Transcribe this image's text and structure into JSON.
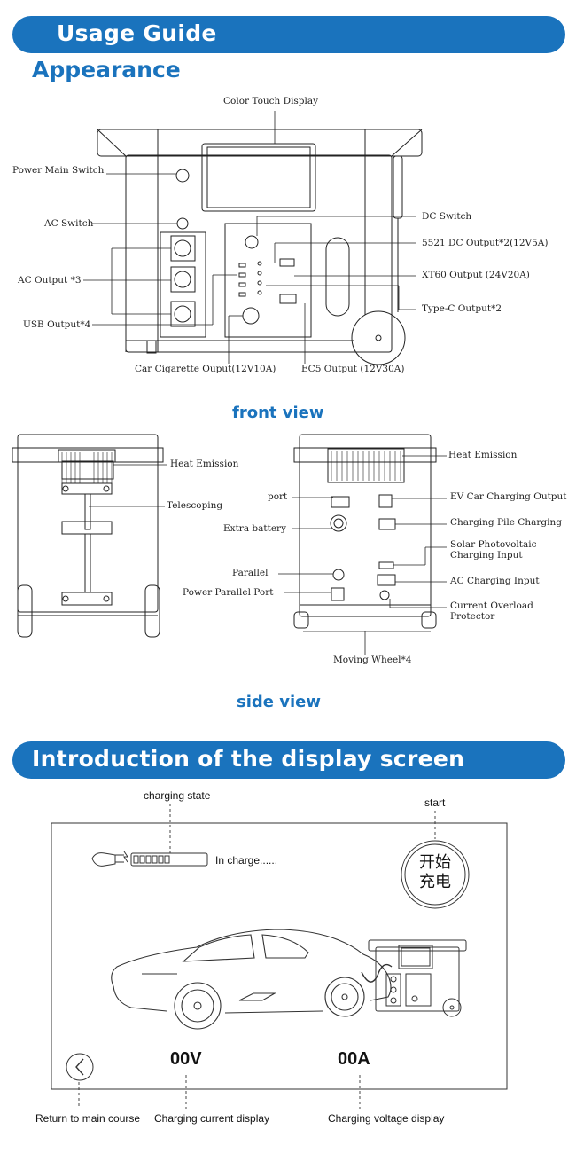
{
  "header": {
    "title": "Usage Guide"
  },
  "appearance": {
    "title": "Appearance",
    "labels": {
      "color_touch_display": "Color Touch Display",
      "power_main_switch": "Power Main Switch",
      "ac_switch": "AC Switch",
      "ac_output": "AC Output *3",
      "usb_output": "USB Output*4",
      "dc_switch": "DC Switch",
      "dc_5521_output": "5521 DC Output*2(12V5A)",
      "xt60_output": "XT60 Output (24V20A)",
      "type_c_output": "Type-C Output*2",
      "car_cigarette_output": "Car Cigarette Ouput(12V10A)",
      "ec5_output": "EC5 Output (12V30A)"
    },
    "front_view_caption": "front view"
  },
  "side": {
    "labels": {
      "heat_emission_left": "Heat Emission",
      "telescoping": "Telescoping",
      "heat_emission_right": "Heat Emission",
      "port": "port",
      "extra_battery": "Extra battery",
      "parallel": "Parallel",
      "power_parallel_port": "Power Parallel Port",
      "ev_car_charging_output": "EV Car Charging Output",
      "charging_pile_charging": "Charging Pile Charging",
      "solar_pv_line1": "Solar Photovoltaic",
      "solar_pv_line2": "Charging Input",
      "ac_charging_input": "AC Charging Input",
      "overload_line1": "Current Overload",
      "overload_line2": "Protector",
      "moving_wheel": "Moving Wheel*4"
    },
    "side_view_caption": "side view"
  },
  "display_intro": {
    "title": "Introduction of the display screen",
    "charging_state_label": "charging state",
    "start_label": "start",
    "in_charge_text": "In charge......",
    "start_button_text_line1": "开始",
    "start_button_text_line2": "充电",
    "voltage_value": "00V",
    "current_value": "00A",
    "return_label": "Return to main course",
    "current_display_label": "Charging current display",
    "voltage_display_label": "Charging voltage display"
  },
  "colors": {
    "accent": "#1a73bd",
    "line": "#222222"
  }
}
